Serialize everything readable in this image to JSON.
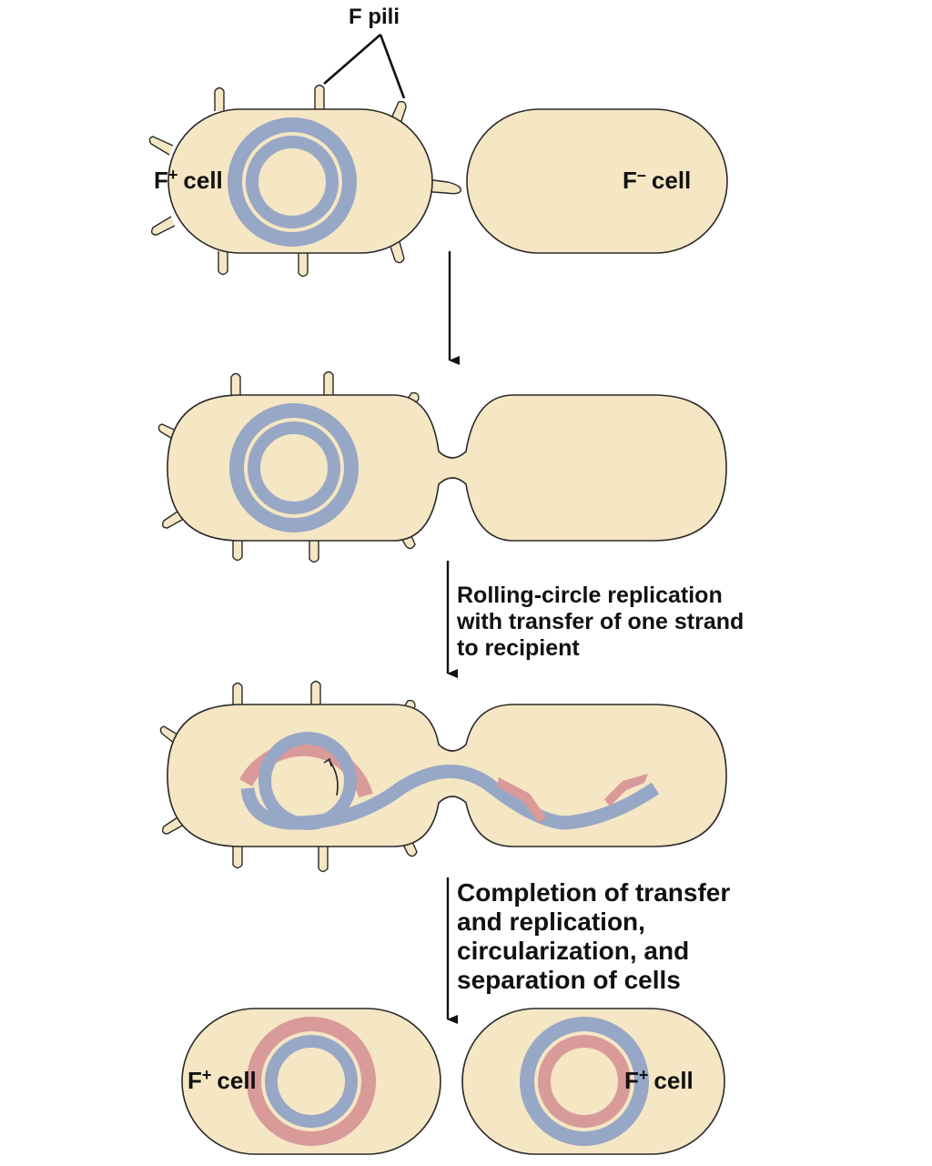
{
  "colors": {
    "cytoplasm": "#f5e6c4",
    "outline": "#2a2a2a",
    "dna_blue": "#97a7c6",
    "dna_pink": "#d99a9a",
    "text": "#111111"
  },
  "labels": {
    "pili": "F pili",
    "donor_prefix": "F",
    "donor_sign": "+",
    "recipient_prefix": "F",
    "recipient_sign": "–",
    "cell_word": "cell"
  },
  "steps": [
    {
      "lines": [
        "Rolling-circle replication",
        "with transfer of one strand",
        "to recipient"
      ]
    },
    {
      "lines": [
        "Completion of transfer",
        "and replication,",
        "circularization, and",
        "separation of cells"
      ]
    }
  ]
}
